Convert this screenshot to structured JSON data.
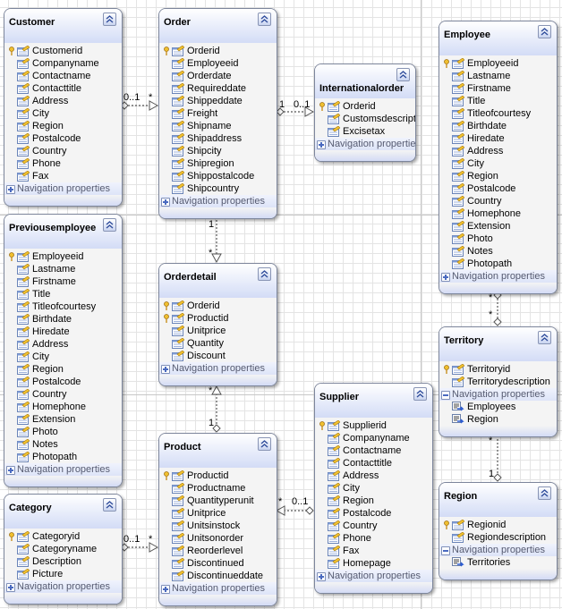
{
  "entities": [
    {
      "id": "customer",
      "name": "Customer",
      "properties": [
        {
          "name": "Customerid",
          "key": true
        },
        {
          "name": "Companyname"
        },
        {
          "name": "Contactname"
        },
        {
          "name": "Contacttitle"
        },
        {
          "name": "Address"
        },
        {
          "name": "City"
        },
        {
          "name": "Region"
        },
        {
          "name": "Postalcode"
        },
        {
          "name": "Country"
        },
        {
          "name": "Phone"
        },
        {
          "name": "Fax"
        }
      ],
      "nav_label": "Navigation properties",
      "nav_expanded": false,
      "nav_items": []
    },
    {
      "id": "order",
      "name": "Order",
      "properties": [
        {
          "name": "Orderid",
          "key": true
        },
        {
          "name": "Employeeid"
        },
        {
          "name": "Orderdate"
        },
        {
          "name": "Requireddate"
        },
        {
          "name": "Shippeddate"
        },
        {
          "name": "Freight"
        },
        {
          "name": "Shipname"
        },
        {
          "name": "Shipaddress"
        },
        {
          "name": "Shipcity"
        },
        {
          "name": "Shipregion"
        },
        {
          "name": "Shippostalcode"
        },
        {
          "name": "Shipcountry"
        }
      ],
      "nav_label": "Navigation properties",
      "nav_expanded": false,
      "nav_items": []
    },
    {
      "id": "internationalorder",
      "name": "Internationalorder",
      "properties": [
        {
          "name": "Orderid",
          "key": true
        },
        {
          "name": "Customsdescription"
        },
        {
          "name": "Excisetax"
        }
      ],
      "nav_label": "Navigation properties",
      "nav_expanded": false,
      "nav_items": []
    },
    {
      "id": "employee",
      "name": "Employee",
      "properties": [
        {
          "name": "Employeeid",
          "key": true
        },
        {
          "name": "Lastname"
        },
        {
          "name": "Firstname"
        },
        {
          "name": "Title"
        },
        {
          "name": "Titleofcourtesy"
        },
        {
          "name": "Birthdate"
        },
        {
          "name": "Hiredate"
        },
        {
          "name": "Address"
        },
        {
          "name": "City"
        },
        {
          "name": "Region"
        },
        {
          "name": "Postalcode"
        },
        {
          "name": "Country"
        },
        {
          "name": "Homephone"
        },
        {
          "name": "Extension"
        },
        {
          "name": "Photo"
        },
        {
          "name": "Notes"
        },
        {
          "name": "Photopath"
        }
      ],
      "nav_label": "Navigation properties",
      "nav_expanded": false,
      "nav_items": []
    },
    {
      "id": "previousemployee",
      "name": "Previousemployee",
      "properties": [
        {
          "name": "Employeeid",
          "key": true
        },
        {
          "name": "Lastname"
        },
        {
          "name": "Firstname"
        },
        {
          "name": "Title"
        },
        {
          "name": "Titleofcourtesy"
        },
        {
          "name": "Birthdate"
        },
        {
          "name": "Hiredate"
        },
        {
          "name": "Address"
        },
        {
          "name": "City"
        },
        {
          "name": "Region"
        },
        {
          "name": "Postalcode"
        },
        {
          "name": "Country"
        },
        {
          "name": "Homephone"
        },
        {
          "name": "Extension"
        },
        {
          "name": "Photo"
        },
        {
          "name": "Notes"
        },
        {
          "name": "Photopath"
        }
      ],
      "nav_label": "Navigation properties",
      "nav_expanded": false,
      "nav_items": []
    },
    {
      "id": "orderdetail",
      "name": "Orderdetail",
      "properties": [
        {
          "name": "Orderid",
          "key": true
        },
        {
          "name": "Productid",
          "key": true
        },
        {
          "name": "Unitprice"
        },
        {
          "name": "Quantity"
        },
        {
          "name": "Discount"
        }
      ],
      "nav_label": "Navigation properties",
      "nav_expanded": false,
      "nav_items": []
    },
    {
      "id": "territory",
      "name": "Territory",
      "properties": [
        {
          "name": "Territoryid",
          "key": true
        },
        {
          "name": "Territorydescription"
        }
      ],
      "nav_label": "Navigation properties",
      "nav_expanded": true,
      "nav_items": [
        "Employees",
        "Region"
      ]
    },
    {
      "id": "product",
      "name": "Product",
      "properties": [
        {
          "name": "Productid",
          "key": true
        },
        {
          "name": "Productname"
        },
        {
          "name": "Quantityperunit"
        },
        {
          "name": "Unitprice"
        },
        {
          "name": "Unitsinstock"
        },
        {
          "name": "Unitsonorder"
        },
        {
          "name": "Reorderlevel"
        },
        {
          "name": "Discontinued"
        },
        {
          "name": "Discontinueddate"
        }
      ],
      "nav_label": "Navigation properties",
      "nav_expanded": false,
      "nav_items": []
    },
    {
      "id": "supplier",
      "name": "Supplier",
      "properties": [
        {
          "name": "Supplierid",
          "key": true
        },
        {
          "name": "Companyname"
        },
        {
          "name": "Contactname"
        },
        {
          "name": "Contacttitle"
        },
        {
          "name": "Address"
        },
        {
          "name": "City"
        },
        {
          "name": "Region"
        },
        {
          "name": "Postalcode"
        },
        {
          "name": "Country"
        },
        {
          "name": "Phone"
        },
        {
          "name": "Fax"
        },
        {
          "name": "Homepage"
        }
      ],
      "nav_label": "Navigation properties",
      "nav_expanded": false,
      "nav_items": []
    },
    {
      "id": "category",
      "name": "Category",
      "properties": [
        {
          "name": "Categoryid",
          "key": true
        },
        {
          "name": "Categoryname"
        },
        {
          "name": "Description"
        },
        {
          "name": "Picture"
        }
      ],
      "nav_label": "Navigation properties",
      "nav_expanded": false,
      "nav_items": []
    },
    {
      "id": "region",
      "name": "Region",
      "properties": [
        {
          "name": "Regionid",
          "key": true
        },
        {
          "name": "Regiondescription"
        }
      ],
      "nav_label": "Navigation properties",
      "nav_expanded": true,
      "nav_items": [
        "Territories"
      ]
    }
  ],
  "associations": [
    {
      "from": "Customer",
      "to": "Order",
      "from_multiplicity": "0..1",
      "to_multiplicity": "*"
    },
    {
      "from": "Order",
      "to": "Internationalorder",
      "from_multiplicity": "1",
      "to_multiplicity": "0..1"
    },
    {
      "from": "Order",
      "to": "Orderdetail",
      "from_multiplicity": "1",
      "to_multiplicity": "*"
    },
    {
      "from": "Product",
      "to": "Orderdetail",
      "from_multiplicity": "1",
      "to_multiplicity": "*"
    },
    {
      "from": "Employee",
      "to": "Territory",
      "from_multiplicity": "*",
      "to_multiplicity": "*"
    },
    {
      "from": "Region",
      "to": "Territory",
      "from_multiplicity": "1",
      "to_multiplicity": "*"
    },
    {
      "from": "Supplier",
      "to": "Product",
      "from_multiplicity": "0..1",
      "to_multiplicity": "*"
    },
    {
      "from": "Category",
      "to": "Product",
      "from_multiplicity": "0..1",
      "to_multiplicity": "*"
    }
  ],
  "colors": {
    "header": "#d3dcf6",
    "border": "#7d869c",
    "body": "#f4f4f4",
    "connector": "#555555"
  }
}
